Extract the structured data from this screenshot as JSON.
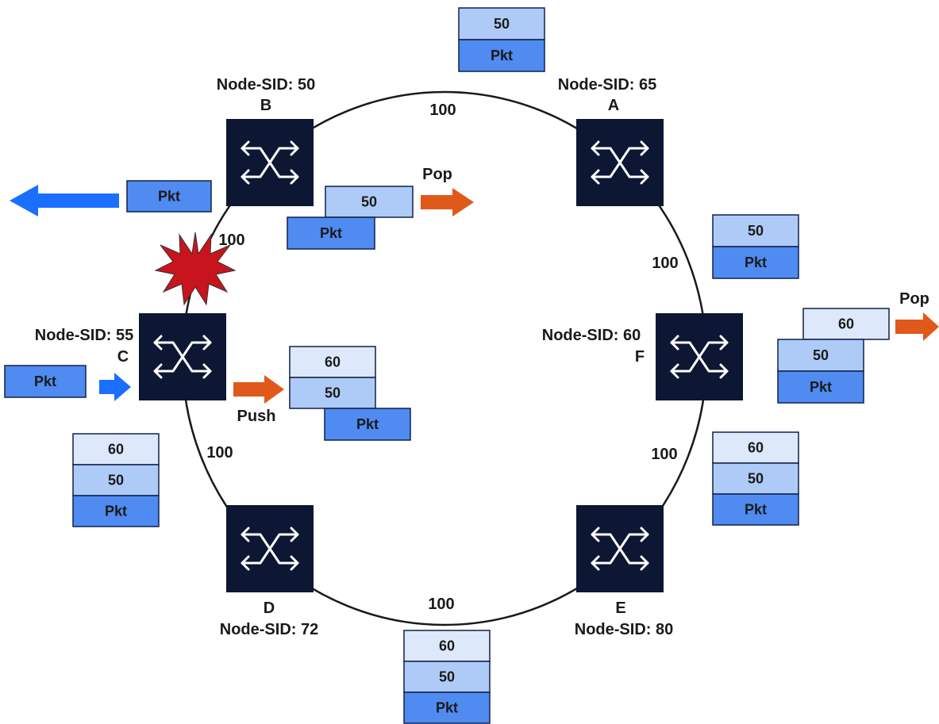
{
  "colors": {
    "ring": "#1a1a1a",
    "router": "#0d1733",
    "router_arrows": "#ffffff",
    "label_light": "#dde8fb",
    "label_mid": "#aecbf7",
    "pkt": "#4f8bf0",
    "cell_border": "#10204a",
    "push_pop_arrow": "#e0591a",
    "traffic_arrow": "#1a6fff",
    "failure": "#c8141c"
  },
  "routers": [
    {
      "id": "B",
      "letter": "B",
      "sid": "Node-SID: 50"
    },
    {
      "id": "A",
      "letter": "A",
      "sid": "Node-SID: 65"
    },
    {
      "id": "C",
      "letter": "C",
      "sid": "Node-SID: 55"
    },
    {
      "id": "F",
      "letter": "F",
      "sid": "Node-SID: 60"
    },
    {
      "id": "D",
      "letter": "D",
      "sid": "Node-SID: 72"
    },
    {
      "id": "E",
      "letter": "E",
      "sid": "Node-SID: 80"
    }
  ],
  "link_metrics": {
    "ba": "100",
    "af": "100",
    "fe": "100",
    "ed": "100",
    "dc": "100",
    "cb": "100"
  },
  "actions": {
    "pop_b": "Pop",
    "pop_f": "Pop",
    "push_c": "Push"
  },
  "stacks": {
    "top_ab": [
      "50",
      "Pkt"
    ],
    "right_af": [
      "50",
      "Pkt"
    ],
    "right_fe": [
      "60",
      "50",
      "Pkt"
    ],
    "bottom_de": [
      "60",
      "50",
      "Pkt"
    ],
    "left_cd": [
      "60",
      "50",
      "Pkt"
    ],
    "pop_b_label": "50",
    "pop_b_pkt": "Pkt",
    "push_c_labels": [
      "60",
      "50"
    ],
    "push_c_pkt": "Pkt",
    "pop_f_top": "60",
    "pop_f_stack": [
      "50",
      "Pkt"
    ],
    "ingress_c": "Pkt",
    "egress_b": "Pkt"
  }
}
